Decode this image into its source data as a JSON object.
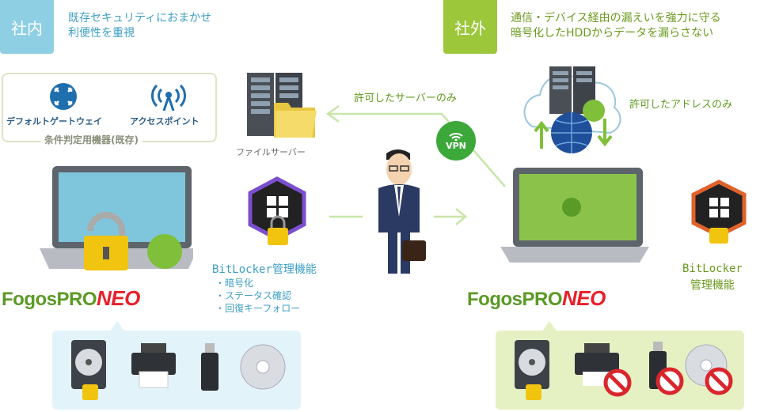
{
  "inside": {
    "badge": "社内",
    "header_line1": "既存セキュリティにおまかせ",
    "header_line2": "利便性を重視",
    "device_router_label": "デフォルトゲートウェイ",
    "device_ap_label": "アクセスポイント",
    "device_group_label": "条件判定用機器(既存)",
    "file_server_label": "ファイルサーバー",
    "bitlocker_title": "BitLocker管理機能",
    "bitlocker_items": [
      "・暗号化",
      "・ステータス確認",
      "・回復キーフォロー"
    ]
  },
  "outside": {
    "badge": "社外",
    "header_line1": "通信・デバイス経由の漏えいを強力に守る",
    "header_line2": "暗号化したHDDからデータを漏らさない",
    "allowed_address_label": "許可したアドレスのみ",
    "bitlocker_line1": "BitLocker",
    "bitlocker_line2": "管理機能"
  },
  "center": {
    "allowed_server_label": "許可したサーバーのみ",
    "vpn_label": "VPN"
  },
  "logo": {
    "part1": "FogosPRO",
    "part2": "NEO"
  },
  "colors": {
    "inside_accent": "#8ecfe4",
    "outside_accent": "#9cc73a",
    "arrow": "#c8e6a8",
    "logo_green": "#5a9a26",
    "logo_red": "#e8202a",
    "prohibit_red": "#d9262d"
  }
}
